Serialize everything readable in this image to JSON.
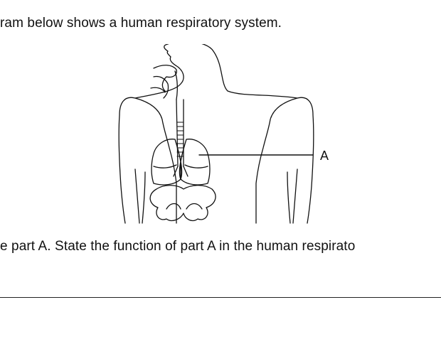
{
  "document": {
    "intro": "ram below shows a human respiratory system.",
    "question": "e part A. State the function of part A in the human respirato",
    "diagram": {
      "label_a": "A"
    }
  }
}
